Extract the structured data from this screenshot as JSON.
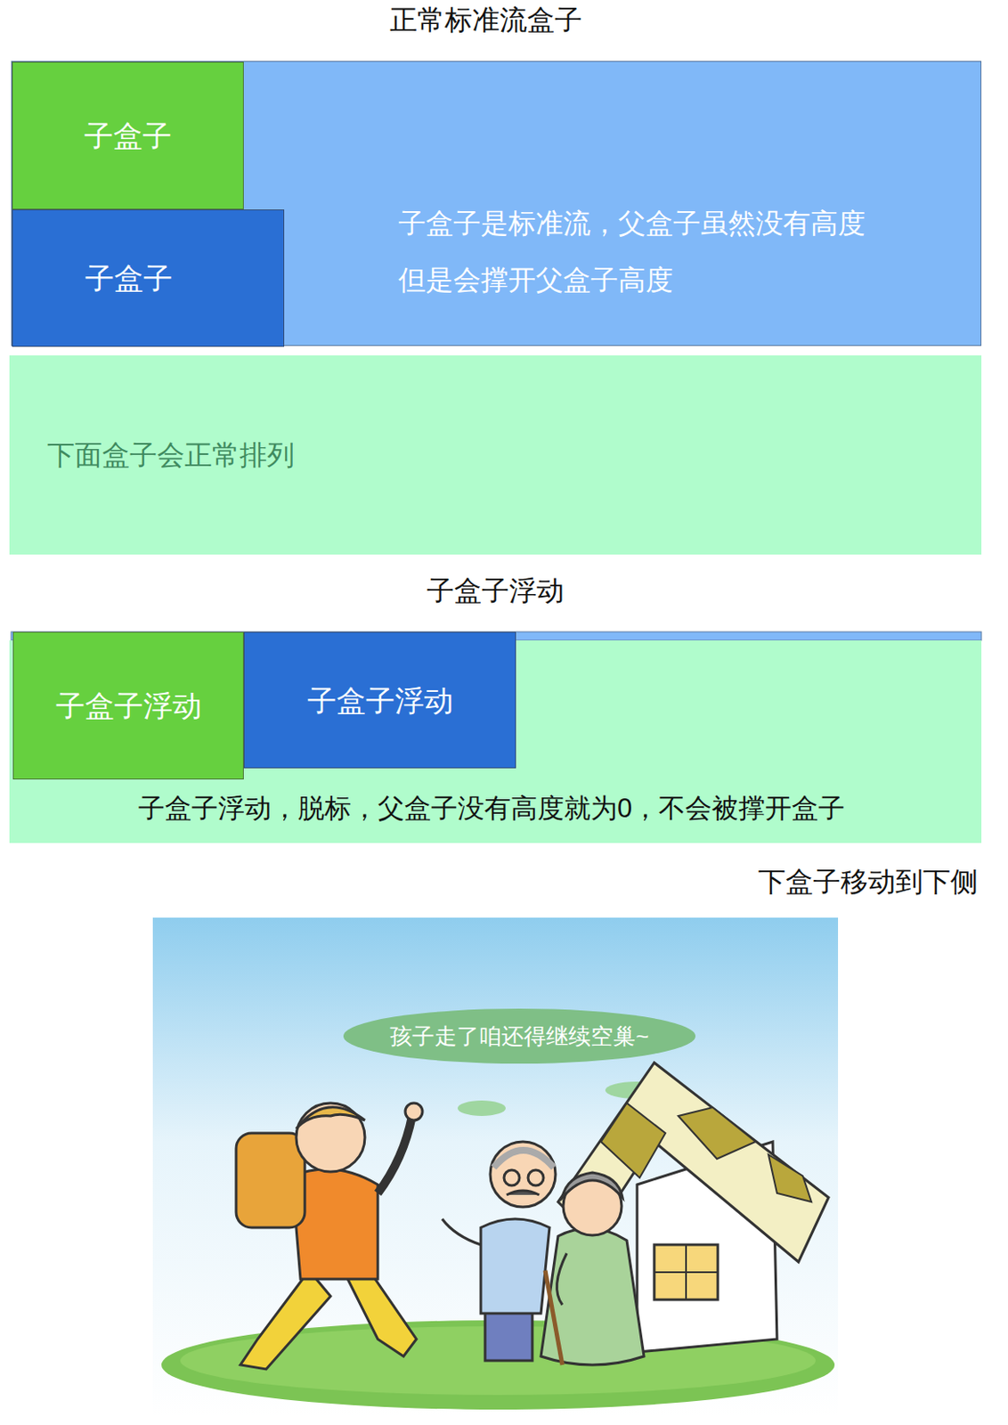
{
  "diagram": {
    "title": "正常标准流盒子",
    "nodes": [
      {
        "text": [
          "子盒子是标准流，父盒子虽然没有高度 但是会撑开父盒子高度"
        ]
      },
      {
        "text": [
          "子盒子"
        ],
        "in": 0
      },
      {
        "text": [
          "子盒子"
        ],
        "in": 0
      },
      {
        "text": [
          "下面盒子会正常排列"
        ]
      },
      {
        "text": [
          "子盒子浮动"
        ]
      },
      {
        "text": [
          "子盒子浮动"
        ]
      },
      {
        "text": [
          "子盒子浮动，脱标，父盒子没有高度就为0，不会被撑开盒子"
        ]
      }
    ],
    "labels": [
      "子盒子浮动",
      "下盒子移动到下侧",
      "孩子走了咱还得继续空巢~"
    ]
  }
}
